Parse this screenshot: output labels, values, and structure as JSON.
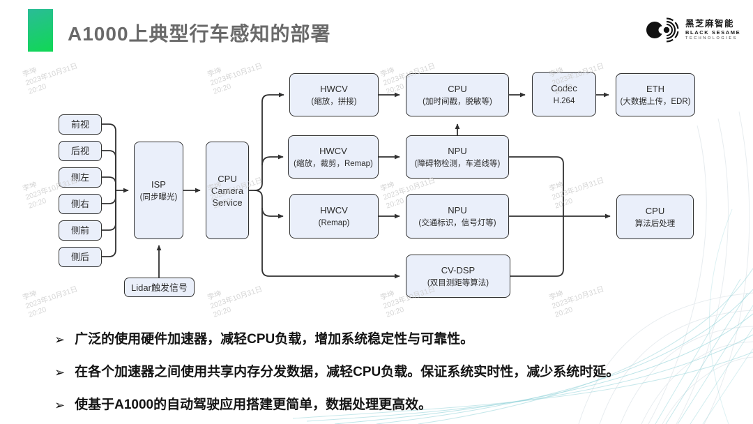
{
  "header": {
    "title": "A1000上典型行车感知的部署"
  },
  "logo": {
    "name_cn": "黑芝麻智能",
    "name_en": "BLACK SESAME",
    "name_en2": "TECHNOLOGIES"
  },
  "watermark": {
    "name": "李坤",
    "date": "2023年10月31日",
    "time": "20:20"
  },
  "diagram": {
    "cameras": [
      "前视",
      "后视",
      "侧左",
      "侧右",
      "侧前",
      "侧后"
    ],
    "nodes": {
      "isp": {
        "title": "ISP",
        "subtitle": "(同步曝光)"
      },
      "camera_service": {
        "l1": "CPU",
        "l2": "Camera",
        "l3": "Service"
      },
      "lidar": {
        "label": "Lidar触发信号"
      },
      "hwcv_scale_stitch": {
        "title": "HWCV",
        "subtitle": "(缩放，拼接)"
      },
      "cpu_timestamp": {
        "title": "CPU",
        "subtitle": "(加时间戳，脱敏等)"
      },
      "codec": {
        "title": "Codec",
        "subtitle": "H.264"
      },
      "eth": {
        "title": "ETH",
        "subtitle": "(大数据上传，EDR)"
      },
      "hwcv_scale_crop_remap": {
        "title": "HWCV",
        "subtitle": "(缩放，裁剪，Remap)"
      },
      "npu_obstacle": {
        "title": "NPU",
        "subtitle": "(障碍物检测，车道线等)"
      },
      "hwcv_remap": {
        "title": "HWCV",
        "subtitle": "(Remap)"
      },
      "npu_traffic": {
        "title": "NPU",
        "subtitle": "(交通标识，信号灯等)"
      },
      "cv_dsp": {
        "title": "CV-DSP",
        "subtitle": "(双目测距等算法)"
      },
      "cpu_post": {
        "title": "CPU",
        "subtitle": "算法后处理"
      }
    }
  },
  "bullets": {
    "marker": "➢",
    "items": [
      "广泛的使用硬件加速器，减轻CPU负载，增加系统稳定性与可靠性。",
      "在各个加速器之间使用共享内存分发数据，减轻CPU负载。保证系统实时性，减少系统时延。",
      "使基于A1000的自动驾驶应用搭建更简单，数据处理更高效。"
    ]
  },
  "colors": {
    "accent_start": "#2abc97",
    "accent_end": "#10d854",
    "node_fill": "#eaeffa",
    "node_border": "#303030",
    "title_text": "#696969",
    "wave_teal": "#8fd2d8"
  }
}
